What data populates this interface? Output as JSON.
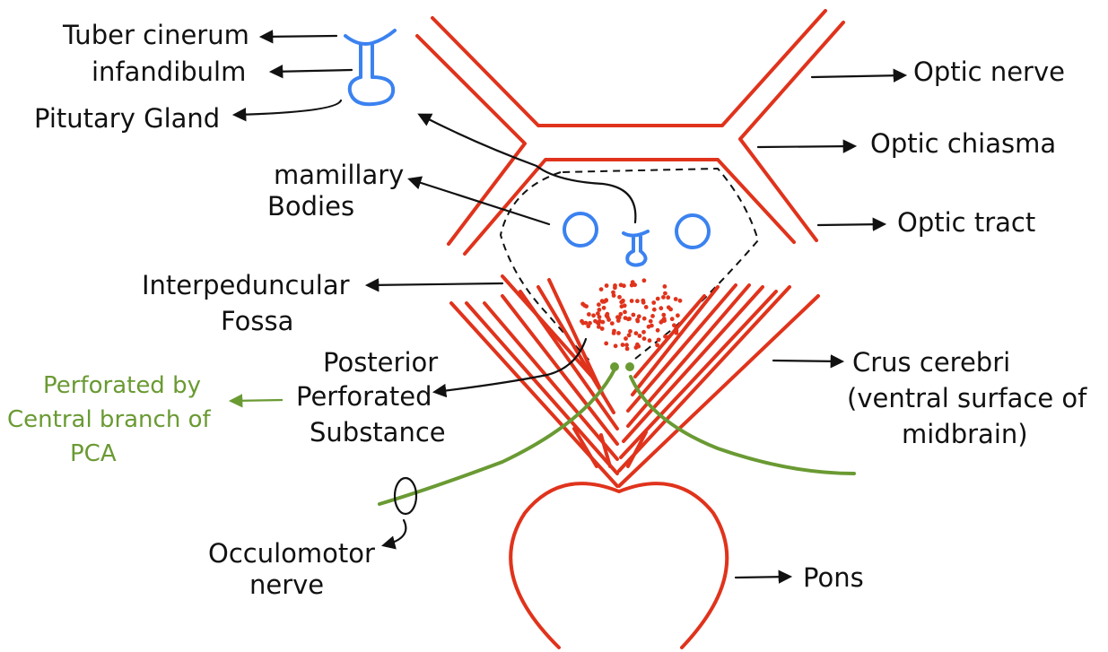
{
  "colors": {
    "structure": "#e0331c",
    "hypothalamic": "#3b82f0",
    "nerve": "#6a9a33",
    "text": "#111111"
  },
  "labels": {
    "tuber_cinerum": "Tuber cinerum",
    "infandibulm": "infandibulm",
    "pitutary_gland": "Pitutary Gland",
    "mamillary_1": "mamillary",
    "mamillary_2": "Bodies",
    "interpeduncular_1": "Interpeduncular",
    "interpeduncular_2": "Fossa",
    "posterior_1": "Posterior",
    "posterior_2": "Perforated",
    "posterior_3": "Substance",
    "perforated_1": "Perforated by",
    "perforated_2": "Central branch of",
    "perforated_3": "PCA",
    "occulomotor_1": "Occulomotor",
    "occulomotor_2": "nerve",
    "optic_nerve": "Optic nerve",
    "optic_chiasma": "Optic chiasma",
    "optic_tract": "Optic tract",
    "crus_1": "Crus cerebri",
    "crus_2": "(ventral surface of",
    "crus_3": "midbrain)",
    "pons": "Pons"
  }
}
